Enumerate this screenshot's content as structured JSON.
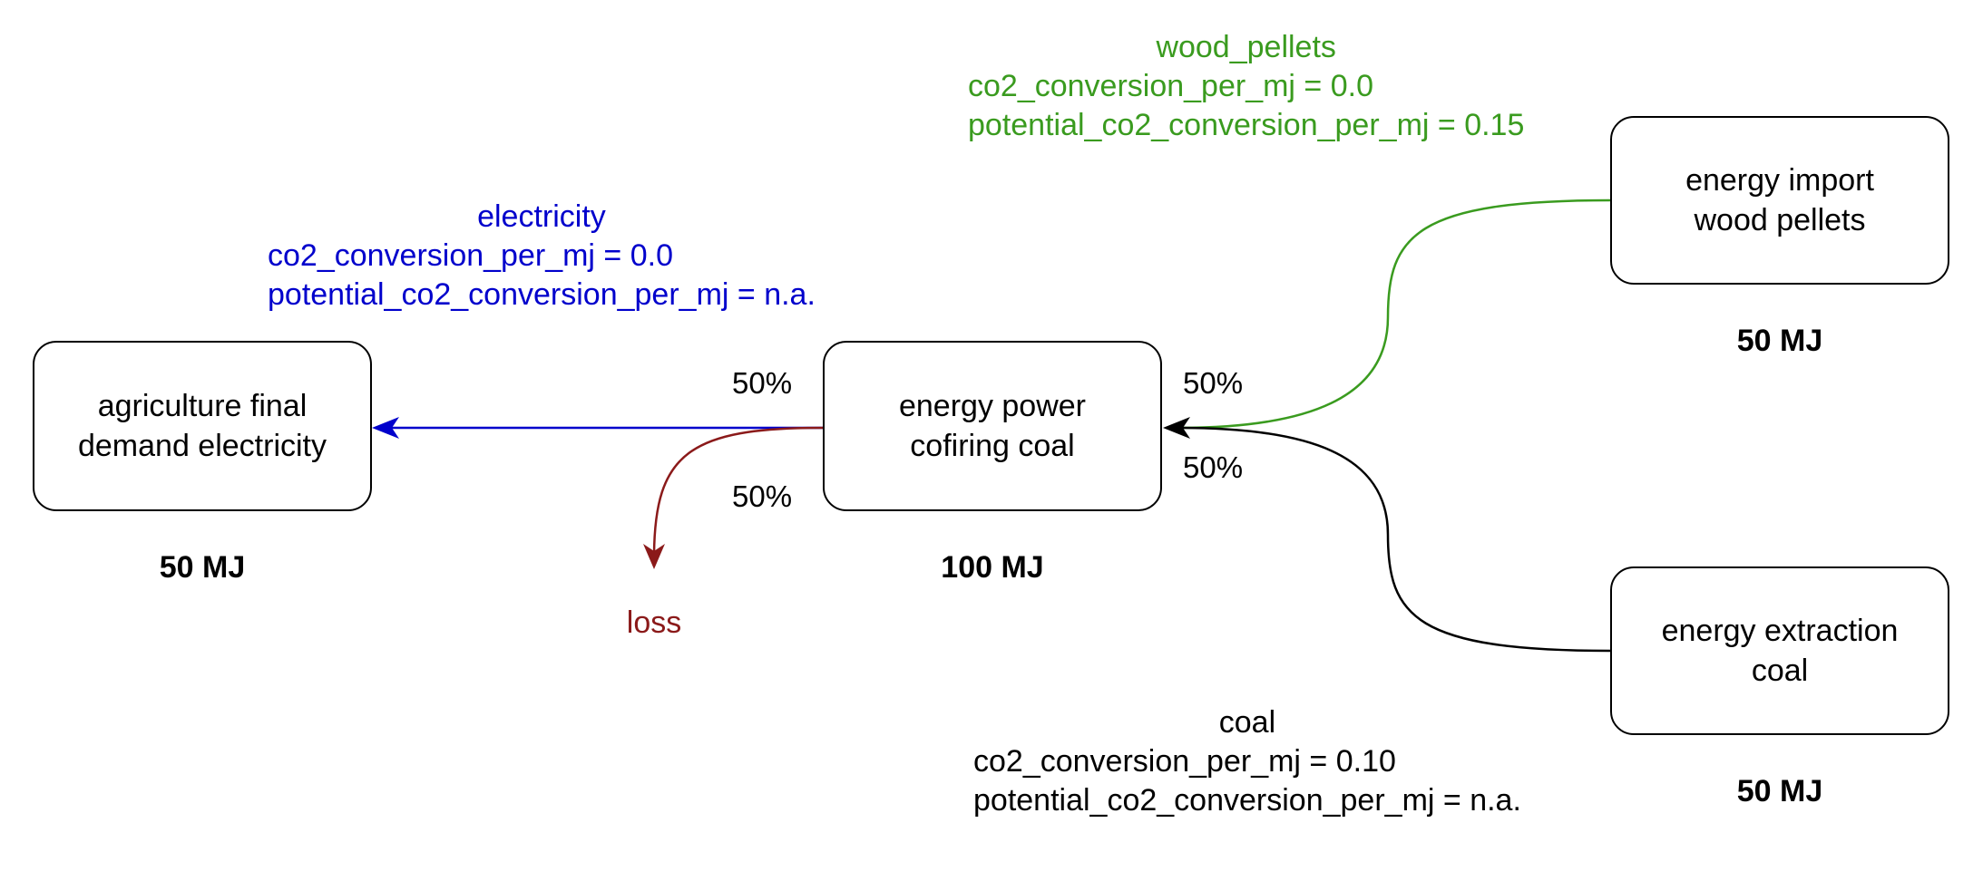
{
  "colors": {
    "electricity": "#0000cc",
    "wood_pellets": "#3a9b1f",
    "coal": "#000000",
    "loss": "#8b1a1a"
  },
  "nodes": {
    "agriculture": {
      "label": "agriculture final\ndemand electricity",
      "amount": "50 MJ"
    },
    "cofiring": {
      "label": "energy power\ncofiring coal",
      "amount": "100 MJ"
    },
    "wood_import": {
      "label": "energy import\nwood pellets",
      "amount": "50 MJ"
    },
    "coal_extraction": {
      "label": "energy extraction\ncoal",
      "amount": "50 MJ"
    }
  },
  "carriers": {
    "electricity": {
      "name": "electricity",
      "co2": "co2_conversion_per_mj = 0.0",
      "potential": "potential_co2_conversion_per_mj = n.a."
    },
    "wood_pellets": {
      "name": "wood_pellets",
      "co2": "co2_conversion_per_mj = 0.0",
      "potential": "potential_co2_conversion_per_mj = 0.15"
    },
    "coal": {
      "name": "coal",
      "co2": "co2_conversion_per_mj = 0.10",
      "potential": "potential_co2_conversion_per_mj = n.a."
    }
  },
  "shares": {
    "electricity_out": "50%",
    "loss_out": "50%",
    "wood_in": "50%",
    "coal_in": "50%"
  },
  "loss_label": "loss"
}
